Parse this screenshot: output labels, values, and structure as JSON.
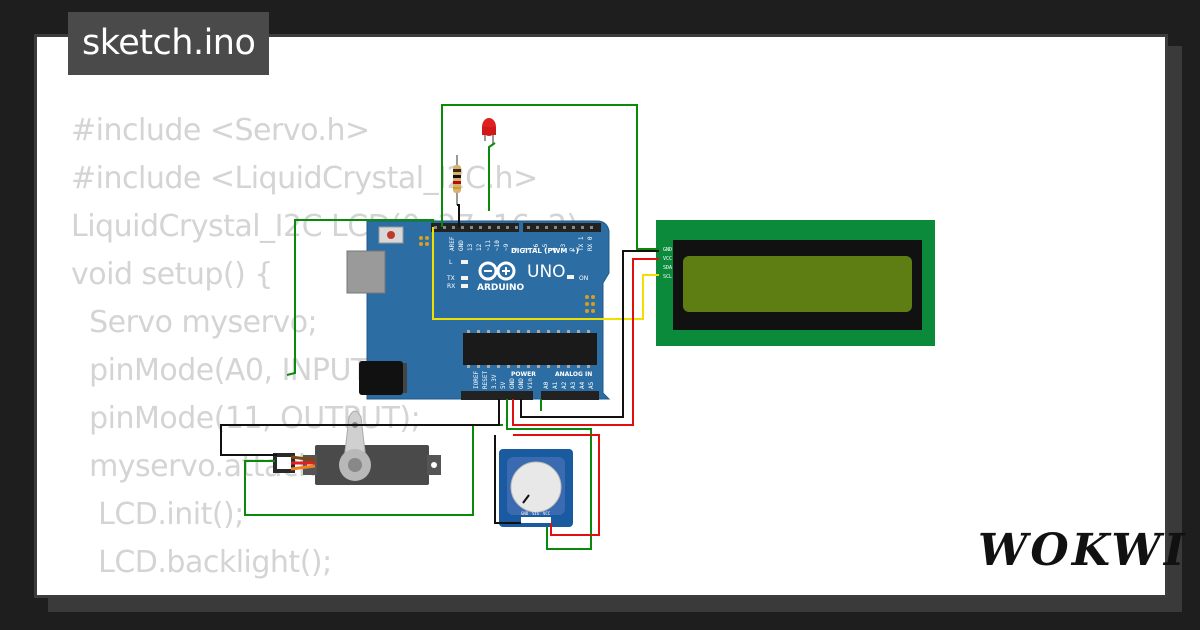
{
  "window": {
    "title": "sketch.ino"
  },
  "brand": {
    "logo_text": "WOKWI"
  },
  "code_lines": [
    "#include <Servo.h>",
    "#include <LiquidCrystal_I2C.h>",
    "",
    "LiquidCrystal_I2C LCD(0x27, 16, 2);",
    "void setup() {",
    "  Servo myservo;",
    "  pinMode(A0, INPUT);",
    "  pinMode(11, OUTPUT);",
    "  myservo.attach(10);",
    "   LCD.init();",
    "   LCD.backlight();"
  ],
  "board": {
    "name": "UNO",
    "brand": "ARDUINO",
    "digital_label": "DIGITAL (PWM ~)",
    "power_label": "POWER",
    "analog_label": "ANALOG IN",
    "on_label": "ON",
    "tx_label": "TX",
    "rx_label": "RX",
    "l_label": "L",
    "digital_pins": [
      "AREF",
      "GND",
      "13",
      "12",
      "~11",
      "~10",
      "~9",
      "8",
      "7",
      "~6",
      "~5",
      "4",
      "~3",
      "2",
      "TX 1",
      "RX 0"
    ],
    "power_pins": [
      "IOREF",
      "RESET",
      "3.3V",
      "5V",
      "GND",
      "GND",
      "Vin"
    ],
    "analog_pins": [
      "A0",
      "A1",
      "A2",
      "A3",
      "A4",
      "A5"
    ]
  },
  "lcd": {
    "pins": [
      "GND",
      "VCC",
      "SDA",
      "SCL"
    ]
  },
  "potentiometer": {
    "pins": [
      "GND",
      "SIG",
      "VCC"
    ]
  },
  "colors": {
    "board": "#2c6ea4",
    "lcd_pcb": "#0a8a3a",
    "lcd_screen": "#5e7d12",
    "wire_green": "#0a8a0a",
    "wire_red": "#e01010",
    "wire_black": "#111111",
    "wire_yellow": "#f0e000",
    "code_text": "#d4d4d4"
  }
}
